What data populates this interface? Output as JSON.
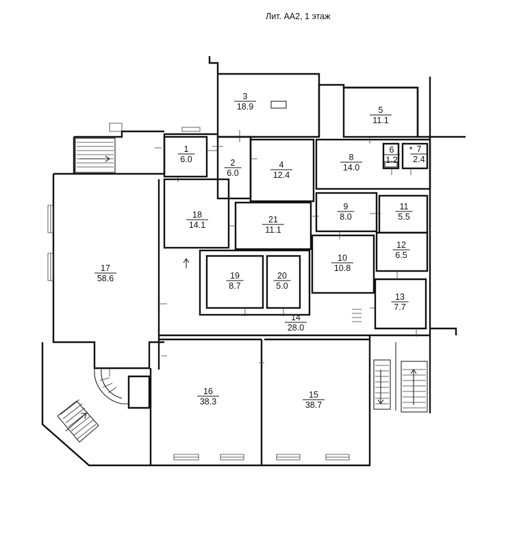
{
  "title": "Лит. АА2, 1 этаж",
  "rooms": [
    {
      "id": "1",
      "num": "1",
      "area": "6.0"
    },
    {
      "id": "2",
      "num": "2",
      "area": "6.0"
    },
    {
      "id": "3",
      "num": "3",
      "area": "18.9"
    },
    {
      "id": "4",
      "num": "4",
      "area": "12.4"
    },
    {
      "id": "5",
      "num": "5",
      "area": "11.1"
    },
    {
      "id": "6",
      "num": "6",
      "area": "1.2"
    },
    {
      "id": "7",
      "num": "7",
      "area": "2.4"
    },
    {
      "id": "8",
      "num": "8",
      "area": "14.0"
    },
    {
      "id": "9",
      "num": "9",
      "area": "8.0"
    },
    {
      "id": "10",
      "num": "10",
      "area": "10.8"
    },
    {
      "id": "11",
      "num": "11",
      "area": "5.5"
    },
    {
      "id": "12",
      "num": "12",
      "area": "6.5"
    },
    {
      "id": "13",
      "num": "13",
      "area": "7.7"
    },
    {
      "id": "14",
      "num": "14",
      "area": "28.0"
    },
    {
      "id": "15",
      "num": "15",
      "area": "38.7"
    },
    {
      "id": "16",
      "num": "16",
      "area": "38.3"
    },
    {
      "id": "17",
      "num": "17",
      "area": "58.6"
    },
    {
      "id": "18",
      "num": "18",
      "area": "14.1"
    },
    {
      "id": "19",
      "num": "19",
      "area": "8.7"
    },
    {
      "id": "20",
      "num": "20",
      "area": "5.0"
    },
    {
      "id": "21",
      "num": "21",
      "area": "11.1"
    }
  ],
  "symbols": {
    "ventilation_mark": "*"
  }
}
